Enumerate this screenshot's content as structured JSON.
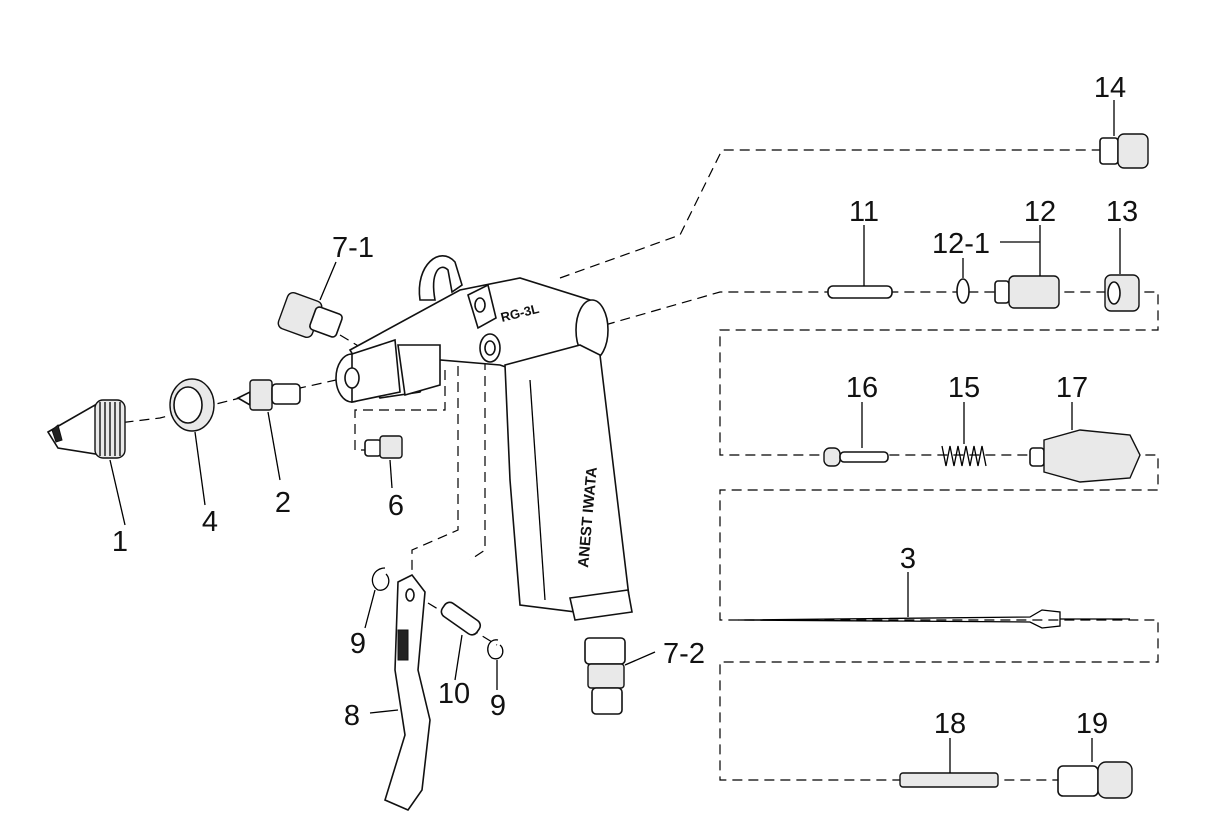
{
  "diagram": {
    "model_marking": "RG-3L",
    "brand_marking": "ANEST IWATA"
  },
  "labels": {
    "p1": "1",
    "p2": "2",
    "p3": "3",
    "p4": "4",
    "p6": "6",
    "p7_1": "7-1",
    "p7_2": "7-2",
    "p8": "8",
    "p9_a": "9",
    "p9_b": "9",
    "p10": "10",
    "p11": "11",
    "p12": "12",
    "p12_1": "12-1",
    "p13": "13",
    "p14": "14",
    "p15": "15",
    "p16": "16",
    "p17": "17",
    "p18": "18",
    "p19": "19"
  }
}
